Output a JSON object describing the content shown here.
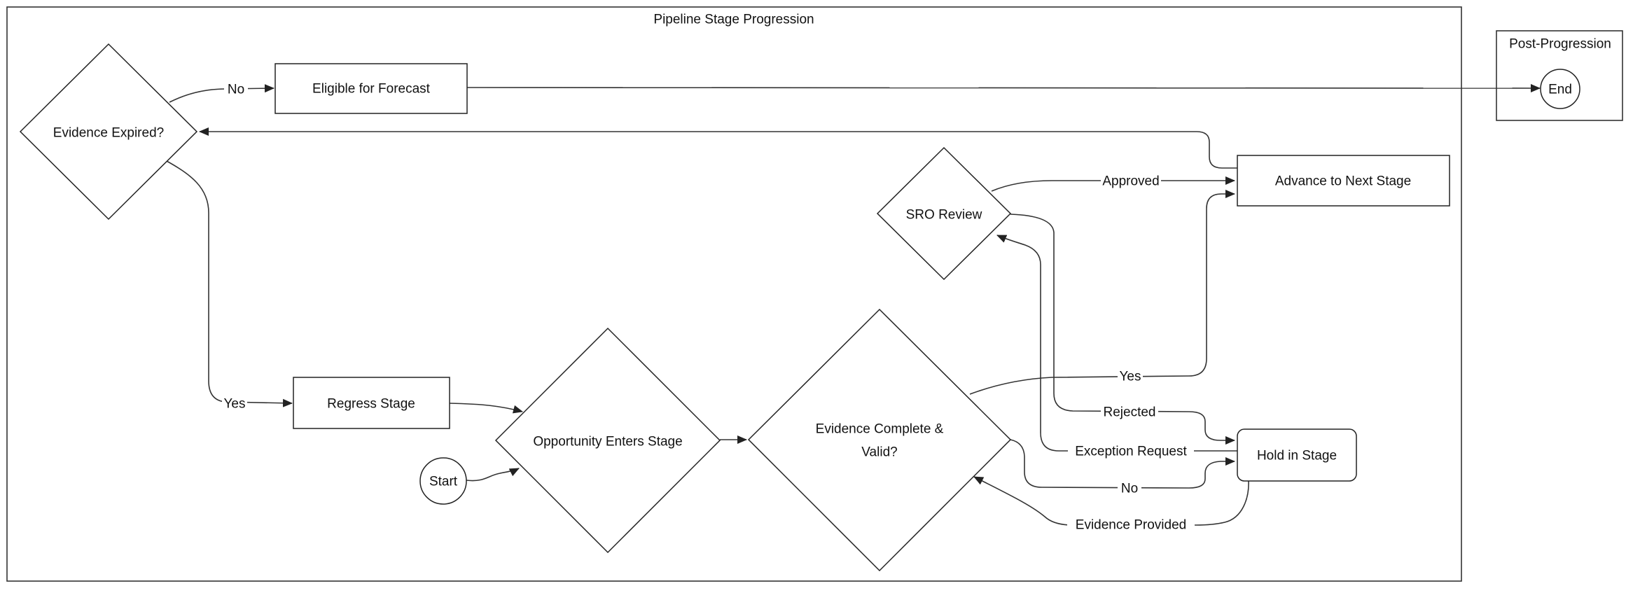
{
  "diagram": {
    "title": "Pipeline Stage Progression",
    "post_container": {
      "title": "Post-Progression"
    },
    "nodes": {
      "start": {
        "label": "Start",
        "shape": "circle"
      },
      "opportunity_enters_stage": {
        "label": "Opportunity Enters Stage",
        "shape": "diamond"
      },
      "evidence_complete_valid": {
        "label_line1": "Evidence Complete &",
        "label_line2": "Valid?",
        "shape": "diamond"
      },
      "sro_review": {
        "label": "SRO Review",
        "shape": "diamond"
      },
      "advance_to_next_stage": {
        "label": "Advance to Next Stage",
        "shape": "rect"
      },
      "hold_in_stage": {
        "label": "Hold in Stage",
        "shape": "rounded-rect"
      },
      "evidence_expired": {
        "label": "Evidence Expired?",
        "shape": "diamond"
      },
      "eligible_for_forecast": {
        "label": "Eligible for Forecast",
        "shape": "rect"
      },
      "regress_stage": {
        "label": "Regress Stage",
        "shape": "rect"
      },
      "end": {
        "label": "End",
        "shape": "circle"
      }
    },
    "edges": [
      {
        "from": "evidence_expired",
        "to": "eligible_for_forecast",
        "label": "No"
      },
      {
        "from": "eligible_for_forecast",
        "to": "end",
        "label": ""
      },
      {
        "from": "advance_to_next_stage",
        "to": "evidence_expired",
        "label": ""
      },
      {
        "from": "evidence_expired",
        "to": "regress_stage",
        "label": "Yes"
      },
      {
        "from": "regress_stage",
        "to": "opportunity_enters_stage",
        "label": ""
      },
      {
        "from": "start",
        "to": "opportunity_enters_stage",
        "label": ""
      },
      {
        "from": "opportunity_enters_stage",
        "to": "evidence_complete_valid",
        "label": ""
      },
      {
        "from": "evidence_complete_valid",
        "to": "advance_to_next_stage",
        "label": "Yes"
      },
      {
        "from": "sro_review",
        "to": "advance_to_next_stage",
        "label": "Approved"
      },
      {
        "from": "sro_review",
        "to": "hold_in_stage",
        "label": "Rejected"
      },
      {
        "from": "hold_in_stage",
        "to": "sro_review",
        "label": "Exception Request"
      },
      {
        "from": "evidence_complete_valid",
        "to": "hold_in_stage",
        "label": "No"
      },
      {
        "from": "hold_in_stage",
        "to": "evidence_complete_valid",
        "label": "Evidence Provided"
      }
    ],
    "colors": {
      "stroke": "#333333",
      "node_border": "#222222",
      "text": "#111111",
      "node_fill": "#ffffff",
      "background": "#ffffff"
    }
  }
}
